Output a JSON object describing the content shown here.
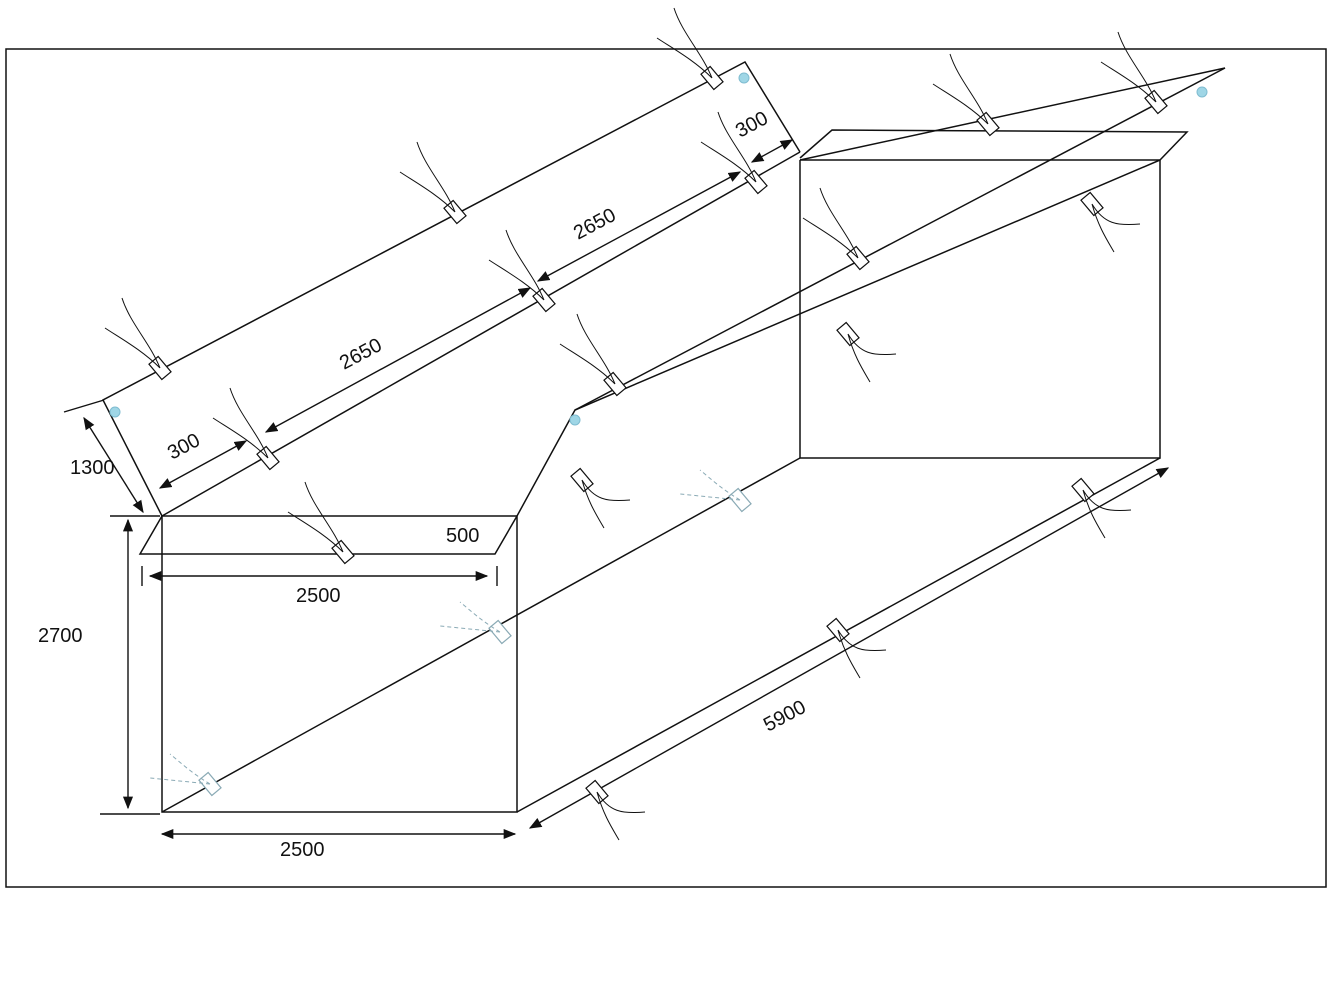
{
  "diagram": {
    "dimensions": {
      "front_height": "2700",
      "front_width_bottom": "2500",
      "front_width_top": "2500",
      "front_offset": "500",
      "flap_height": "1300",
      "roof_left_300": "300",
      "roof_first_2650": "2650",
      "roof_second_2650": "2650",
      "roof_right_300": "300",
      "length": "5900"
    },
    "colors": {
      "line": "#111111",
      "eyelet": "#9fd6e6",
      "background": "#ffffff"
    }
  }
}
